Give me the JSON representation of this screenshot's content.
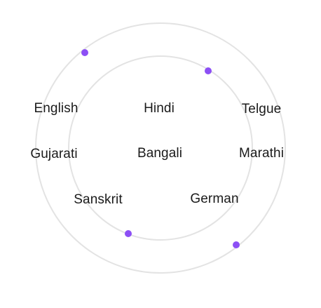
{
  "languages": {
    "english": "English",
    "hindi": "Hindi",
    "telgue": "Telgue",
    "gujarati": "Gujarati",
    "bangali": "Bangali",
    "marathi": "Marathi",
    "sanskrit": "Sanskrit",
    "german": "German"
  },
  "colors": {
    "ring": "#e3e3e3",
    "dot": "#8c4ff5",
    "text": "#1a1a1a",
    "background": "#ffffff"
  }
}
